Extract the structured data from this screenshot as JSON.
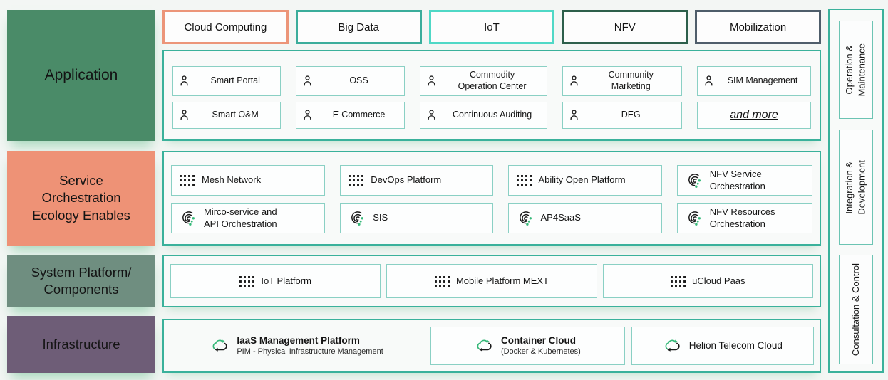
{
  "palette": {
    "container_border": "#3ab19b",
    "item_border": "#8ad0c4",
    "icon_green": "#35b878",
    "background": "#f3f6f4"
  },
  "left_rows": [
    {
      "label": "Application",
      "color": "#4a8b68"
    },
    {
      "label": "Service\nOrchestration\nEcology Enables",
      "color": "#ee9276"
    },
    {
      "label": "System Platform/\nComponents",
      "color": "#6f8e80"
    },
    {
      "label": "Infrastructure",
      "color": "#6e5d77"
    }
  ],
  "categories": [
    {
      "label": "Cloud Computing",
      "border": "#ec9579"
    },
    {
      "label": "Big Data",
      "border": "#3bad9b"
    },
    {
      "label": "IoT",
      "border": "#4fd8c6"
    },
    {
      "label": "NFV",
      "border": "#2d5f4b"
    },
    {
      "label": "Mobilization",
      "border": "#4e5d6a"
    }
  ],
  "app": {
    "items": [
      {
        "label": "Smart Portal",
        "icon": "person-icon"
      },
      {
        "label": "OSS",
        "icon": "person-icon"
      },
      {
        "label": "Commodity\nOperation Center",
        "icon": "person-icon"
      },
      {
        "label": "Community\nMarketing",
        "icon": "person-icon"
      },
      {
        "label": "SIM Management",
        "icon": "person-icon"
      },
      {
        "label": "Smart O&M",
        "icon": "person-icon"
      },
      {
        "label": "E-Commerce",
        "icon": "person-icon"
      },
      {
        "label": "Continuous Auditing",
        "icon": "person-icon"
      },
      {
        "label": "DEG",
        "icon": "person-icon"
      },
      {
        "label": "and more",
        "icon": "none"
      }
    ]
  },
  "service": {
    "items": [
      {
        "label": "Mesh Network",
        "icon": "grid-icon"
      },
      {
        "label": "DevOps Platform",
        "icon": "grid-icon"
      },
      {
        "label": "Ability Open Platform",
        "icon": "grid-icon"
      },
      {
        "label": "NFV Service\nOrchestration",
        "icon": "swirl-icon"
      },
      {
        "label": "Mirco-service and\nAPI Orchestration",
        "icon": "swirl-icon"
      },
      {
        "label": "SIS",
        "icon": "swirl-icon"
      },
      {
        "label": "AP4SaaS",
        "icon": "swirl-icon"
      },
      {
        "label": "NFV Resources\nOrchestration",
        "icon": "swirl-icon"
      }
    ]
  },
  "platform": {
    "items": [
      {
        "label": "IoT Platform",
        "icon": "grid-icon"
      },
      {
        "label": "Mobile Platform MEXT",
        "icon": "grid-icon"
      },
      {
        "label": "uCloud Paas",
        "icon": "grid-icon"
      }
    ]
  },
  "infra": {
    "items": [
      {
        "title": "IaaS Management Platform",
        "subtitle": "PIM - Physical Infrastructure Management",
        "icon": "cloud-sync-icon",
        "boxed": false
      },
      {
        "title": "Container Cloud",
        "subtitle": "(Docker & Kubernetes)",
        "icon": "cloud-sync-icon",
        "boxed": true
      },
      {
        "title": "Helion Telecom Cloud",
        "subtitle": "",
        "icon": "cloud-sync-icon",
        "boxed": true
      }
    ]
  },
  "sidebar": {
    "items": [
      {
        "label": "Operation &\nMaintenance"
      },
      {
        "label": "Integration &\nDevelopment"
      },
      {
        "label": "Consultation & Control"
      }
    ]
  }
}
